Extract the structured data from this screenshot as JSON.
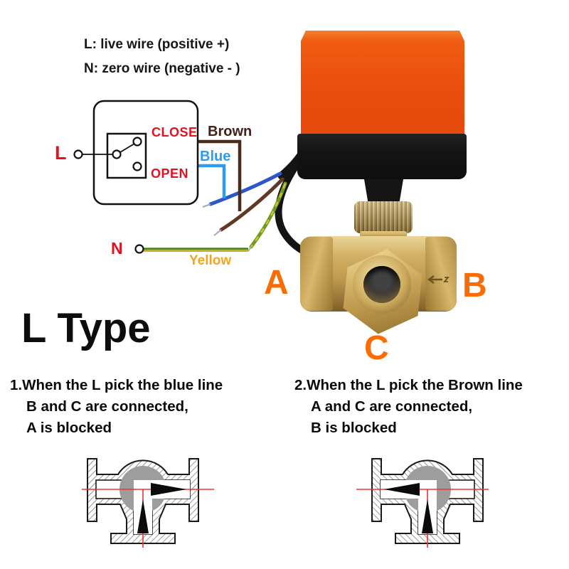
{
  "legend": {
    "line1": "L: live wire (positive +)",
    "line2": "N: zero wire (negative - )"
  },
  "wiring": {
    "l_label": "L",
    "n_label": "N",
    "close_label": "CLOSE",
    "open_label": "OPEN",
    "brown_label": "Brown",
    "blue_label": "Blue",
    "yellow_label": "Yellow",
    "colors": {
      "label_red": "#E3111F",
      "schematic_blue": "#2D9BF0",
      "schematic_brown": "#4A2A18",
      "schematic_green": "#3F7D1C",
      "schematic_yellow": "#C9AE25",
      "yellow_label_text": "#F2A71B"
    }
  },
  "valve": {
    "port_a_label": "A",
    "port_b_label": "B",
    "port_c_label": "C",
    "port_label_color": "#FB6C02",
    "actuator_color": "#EA4E0D",
    "brass_color": "#C7A256"
  },
  "type_title": "L Type",
  "notes": [
    {
      "lines": [
        "1.When the L pick the blue line",
        "B and C are connected,",
        "A is blocked"
      ]
    },
    {
      "lines": [
        "2.When the L pick the Brown line",
        "A and C are connected,",
        "B is blocked"
      ]
    }
  ],
  "cross_sections": {
    "left": {
      "connected": "B-C",
      "blocked": "A",
      "ball_color": "#9D9D9D",
      "centerline_color": "#F03030"
    },
    "right": {
      "connected": "A-C",
      "blocked": "B",
      "ball_color": "#9D9D9D",
      "centerline_color": "#F03030"
    }
  }
}
